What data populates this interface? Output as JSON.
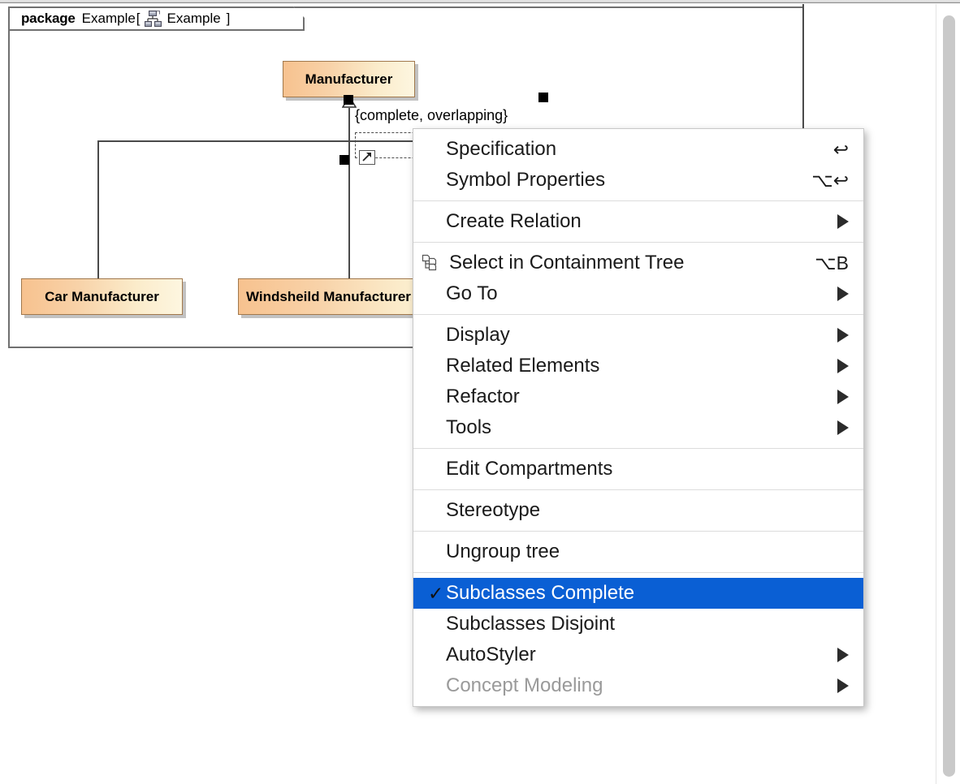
{
  "diagram": {
    "package_keyword": "package",
    "package_name": "Example",
    "bracket_open": "[",
    "diagram_icon": "class-diagram-icon",
    "diagram_name": "Example",
    "bracket_close": "]",
    "constraint_label": "{complete, overlapping}",
    "classes": [
      {
        "name": "Manufacturer"
      },
      {
        "name": "Car Manufacturer"
      },
      {
        "name": "Windsheild Manufacturer"
      }
    ],
    "selection": {
      "navigate_icon": "navigate-arrow-icon",
      "handle_count": 3
    }
  },
  "context_menu": {
    "groups": [
      {
        "items": [
          {
            "label": "Specification",
            "accel": "↩",
            "arrow": false,
            "icon": null,
            "checked": false,
            "disabled": false,
            "selected": false
          },
          {
            "label": "Symbol Properties",
            "accel": "⌥↩",
            "arrow": false,
            "icon": null,
            "checked": false,
            "disabled": false,
            "selected": false
          }
        ]
      },
      {
        "items": [
          {
            "label": "Create Relation",
            "accel": "",
            "arrow": true,
            "icon": null,
            "checked": false,
            "disabled": false,
            "selected": false
          }
        ]
      },
      {
        "items": [
          {
            "label": "Select in Containment Tree",
            "accel": "⌥B",
            "arrow": false,
            "icon": "containment-tree-icon",
            "checked": false,
            "disabled": false,
            "selected": false
          },
          {
            "label": "Go To",
            "accel": "",
            "arrow": true,
            "icon": null,
            "checked": false,
            "disabled": false,
            "selected": false
          }
        ]
      },
      {
        "items": [
          {
            "label": "Display",
            "accel": "",
            "arrow": true,
            "icon": null,
            "checked": false,
            "disabled": false,
            "selected": false
          },
          {
            "label": "Related Elements",
            "accel": "",
            "arrow": true,
            "icon": null,
            "checked": false,
            "disabled": false,
            "selected": false
          },
          {
            "label": "Refactor",
            "accel": "",
            "arrow": true,
            "icon": null,
            "checked": false,
            "disabled": false,
            "selected": false
          },
          {
            "label": "Tools",
            "accel": "",
            "arrow": true,
            "icon": null,
            "checked": false,
            "disabled": false,
            "selected": false
          }
        ]
      },
      {
        "items": [
          {
            "label": "Edit Compartments",
            "accel": "",
            "arrow": false,
            "icon": null,
            "checked": false,
            "disabled": false,
            "selected": false
          }
        ]
      },
      {
        "items": [
          {
            "label": "Stereotype",
            "accel": "",
            "arrow": false,
            "icon": null,
            "checked": false,
            "disabled": false,
            "selected": false
          }
        ]
      },
      {
        "items": [
          {
            "label": "Ungroup tree",
            "accel": "",
            "arrow": false,
            "icon": null,
            "checked": false,
            "disabled": false,
            "selected": false
          }
        ]
      },
      {
        "items": [
          {
            "label": "Subclasses Complete",
            "accel": "",
            "arrow": false,
            "icon": null,
            "checked": true,
            "disabled": false,
            "selected": true
          },
          {
            "label": "Subclasses Disjoint",
            "accel": "",
            "arrow": false,
            "icon": null,
            "checked": false,
            "disabled": false,
            "selected": false
          },
          {
            "label": "AutoStyler",
            "accel": "",
            "arrow": true,
            "icon": null,
            "checked": false,
            "disabled": false,
            "selected": false
          },
          {
            "label": "Concept Modeling",
            "accel": "",
            "arrow": true,
            "icon": null,
            "checked": false,
            "disabled": true,
            "selected": false
          }
        ]
      }
    ]
  },
  "colors": {
    "menu_highlight": "#0a5fd4",
    "class_fill_start": "#f7c28f",
    "class_fill_end": "#fdf6e0",
    "class_border": "#a1784c",
    "frame_border": "#707070",
    "disabled_text": "#9a9a9a"
  },
  "scrollbar": {
    "orientation": "vertical"
  }
}
